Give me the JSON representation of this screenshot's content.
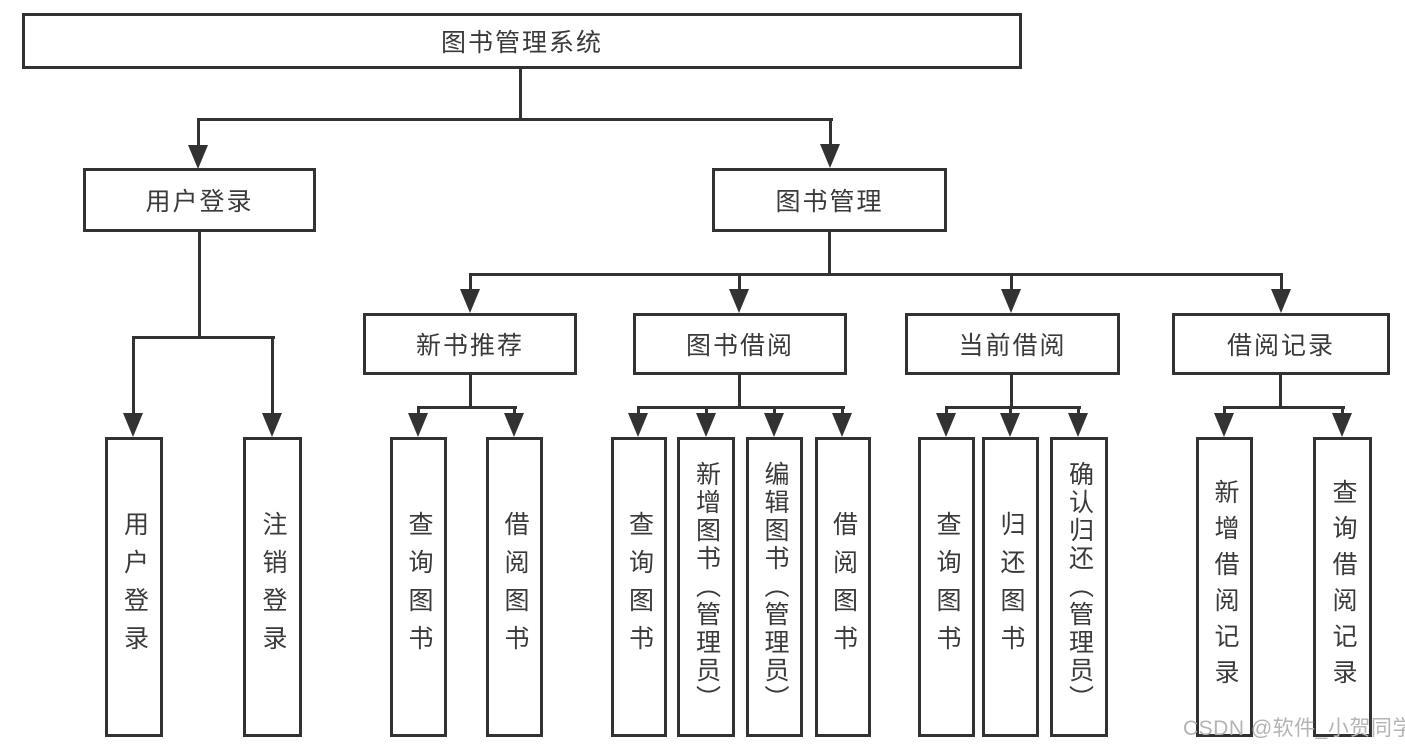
{
  "diagram": {
    "root": {
      "label": "图书管理系统",
      "children": [
        {
          "label": "用户登录",
          "children": [
            {
              "label": "用户登录"
            },
            {
              "label": "注销登录"
            }
          ]
        },
        {
          "label": "图书管理",
          "children": [
            {
              "label": "新书推荐",
              "children": [
                {
                  "label": "查询图书"
                },
                {
                  "label": "借阅图书"
                }
              ]
            },
            {
              "label": "图书借阅",
              "children": [
                {
                  "label": "查询图书"
                },
                {
                  "label": "新增图书（管理员）"
                },
                {
                  "label": "编辑图书（管理员）"
                },
                {
                  "label": "借阅图书"
                }
              ]
            },
            {
              "label": "当前借阅",
              "children": [
                {
                  "label": "查询图书"
                },
                {
                  "label": "归还图书"
                },
                {
                  "label": "确认归还（管理员）"
                }
              ]
            },
            {
              "label": "借阅记录",
              "children": [
                {
                  "label": "新增借阅记录"
                },
                {
                  "label": "查询借阅记录"
                }
              ]
            }
          ]
        }
      ]
    }
  },
  "watermark": {
    "text": "CSDN @软件_小贺同学"
  }
}
